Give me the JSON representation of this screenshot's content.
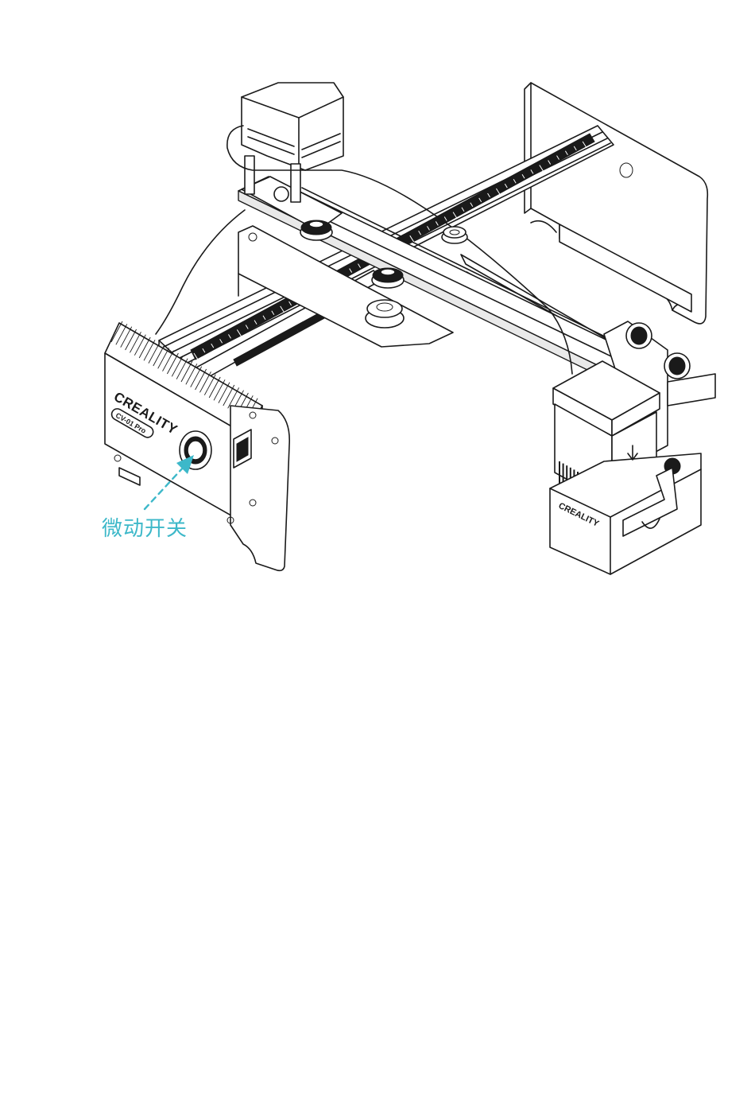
{
  "callout": {
    "label": "微动开关",
    "color": "#3db8c9"
  },
  "brand_marks": {
    "controller_logo": "CREALITY",
    "controller_model": "CV-01 Pro",
    "laser_module_logo": "CREALITY"
  },
  "icons": {
    "power_switch": "rocker-switch-icon",
    "direction_arrow": "arrow-down-icon",
    "micro_switch": "push-button-icon"
  }
}
